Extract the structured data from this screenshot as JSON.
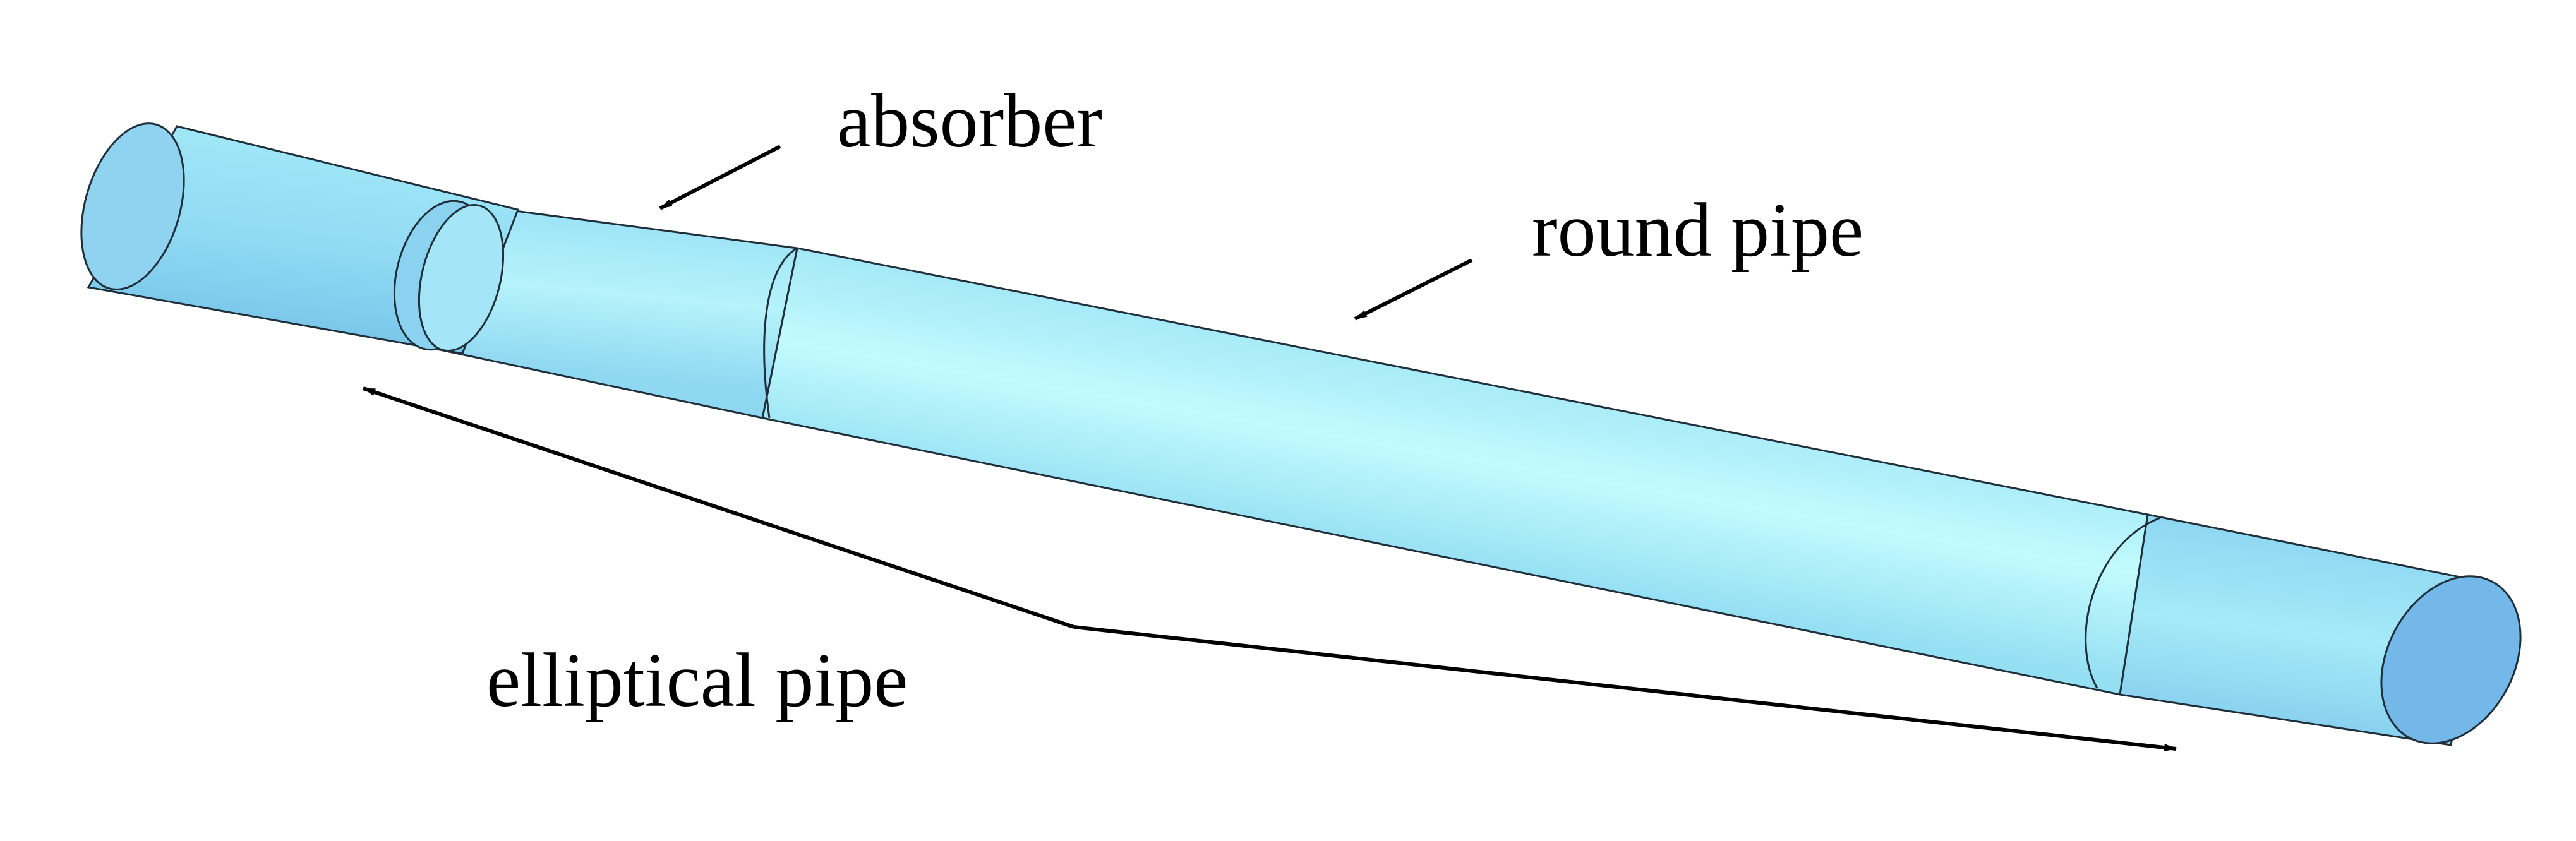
{
  "labels": {
    "absorber": "absorber",
    "round_pipe": "round pipe",
    "elliptical_pipe": "elliptical pipe"
  },
  "colors": {
    "background": "#ffffff",
    "pipe_fill_light": "#bff8fc",
    "pipe_fill_mid": "#97e6f6",
    "pipe_fill_dark": "#7fc9ea",
    "end_cap": "#74b8ea",
    "edge": "#1f2f3a",
    "text": "#000000",
    "arrow": "#000000"
  }
}
